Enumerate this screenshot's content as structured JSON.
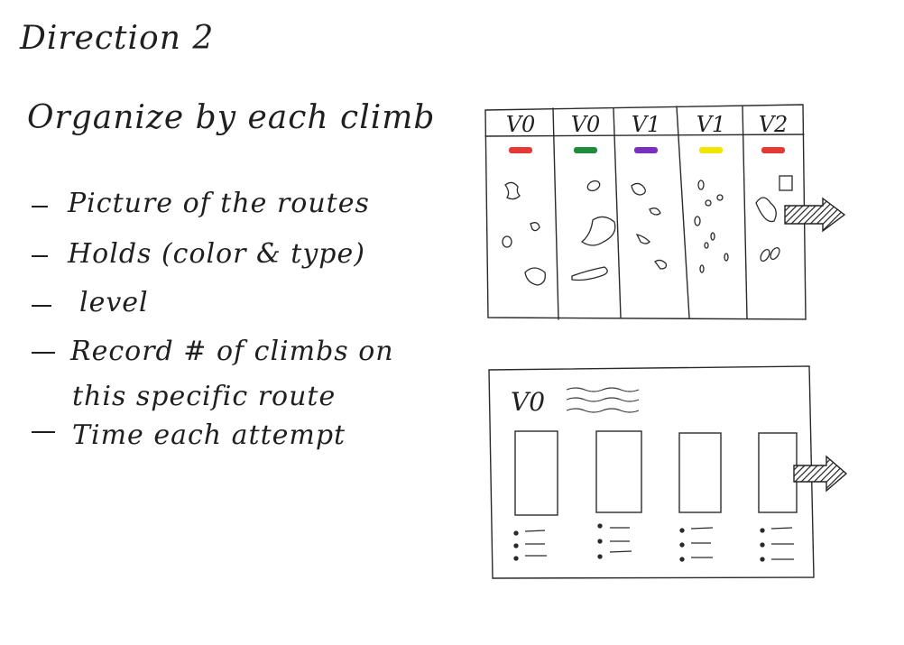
{
  "title": "Direction 2",
  "heading": "Organize by each climb",
  "bullets": [
    "Picture of the routes",
    "Holds (color & type)",
    "level",
    "Record # of climbs on",
    "this specific route",
    "Time each attempt"
  ],
  "table_sketch": {
    "levels": [
      "V0",
      "V0",
      "V1",
      "V1",
      "V2"
    ],
    "hold_colors": [
      "#e53935",
      "#1e8c3a",
      "#7b2fbf",
      "#f2e600",
      "#e53935"
    ]
  },
  "detail_sketch": {
    "level": "V0"
  }
}
